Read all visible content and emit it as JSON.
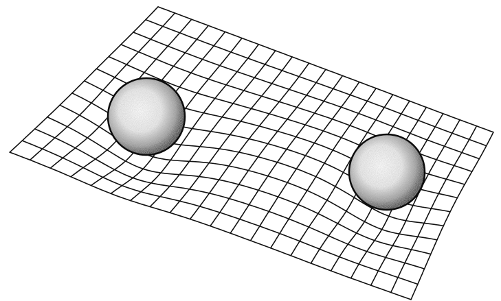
{
  "figure": {
    "subject": "warped-grid-surface",
    "masses": [
      {
        "name": "mass-left",
        "label": ""
      },
      {
        "name": "mass-right",
        "label": ""
      }
    ],
    "colors": {
      "ink": "#111111",
      "sphere_light": "#f6f6f6",
      "sphere_dark": "#1a1a1a",
      "background": "#ffffff"
    }
  }
}
